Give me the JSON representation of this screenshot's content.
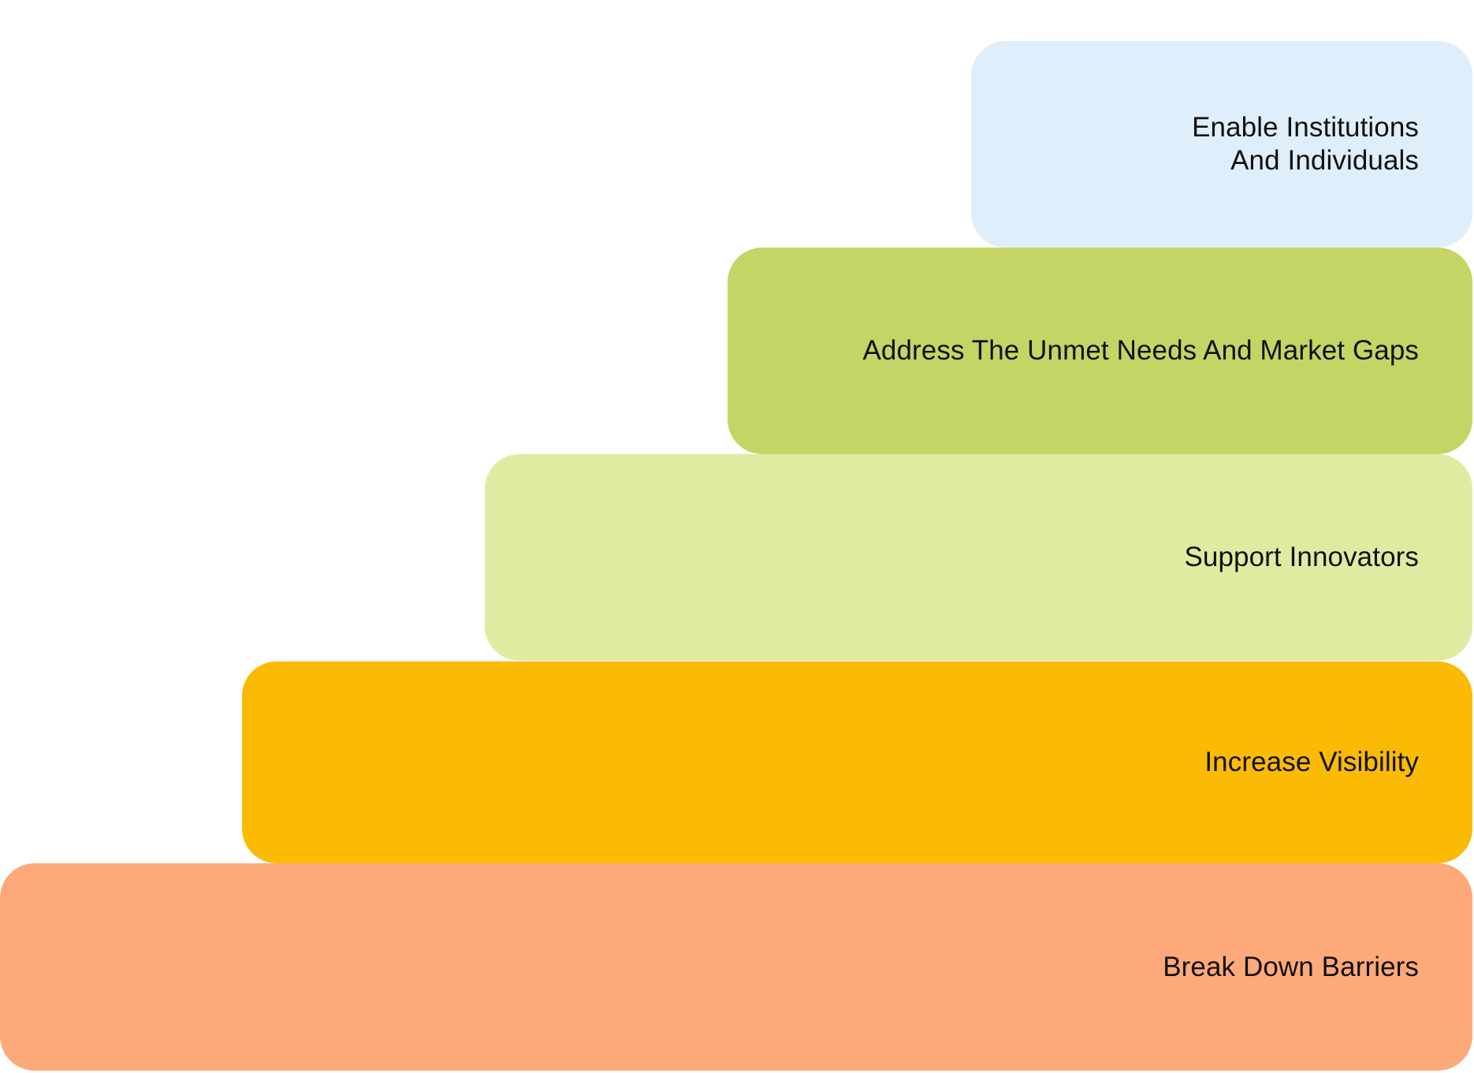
{
  "steps": [
    {
      "label": "Break Down Barriers",
      "color": "#FEA97A"
    },
    {
      "label": "Increase Visibility",
      "color": "#FBBA04"
    },
    {
      "label": "Support Innovators",
      "color": "#E0EBA1"
    },
    {
      "label": "Address The Unmet Needs And Market Gaps",
      "color": "#C4D565"
    },
    {
      "label": "Enable Institutions\nAnd Individuals",
      "color": "#DFEEFB"
    }
  ]
}
